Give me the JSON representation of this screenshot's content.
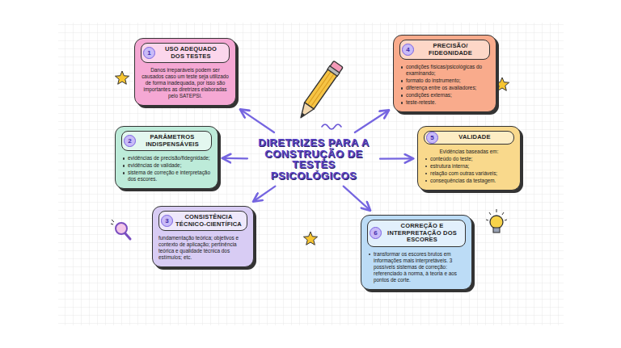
{
  "diagram": {
    "nodes": [
      {
        "text": [
          "DIRETRIZES PARA A CONSTRUÇÃO DE TESTES PSICOLÓGICOS"
        ]
      },
      {
        "text": [
          "USO ADEQUADO DOS TESTES",
          "Danos irreparáveis podem ser causados caso um teste seja utilizado de forma inadequada, por isso são importantes as diretrizes elaboradas pelo SATEPSI."
        ]
      },
      {
        "text": [
          "PARÂMETROS INDISPENSÁVEIS",
          "evidências de precisão/fidegnidade;",
          "evidências de validade;",
          "sistema de correção e interpretação dos escores."
        ]
      },
      {
        "text": [
          "CONSISTÊNCIA TÉCNICO-CIENTÍFICA",
          "fundamentação teórica; objetivos e contexto de aplicação; pertinência teórica e qualidade técnica dos estímulos; etc."
        ]
      },
      {
        "text": [
          "PRECISÃO/ FIDEGNIDADE",
          "condições físicas/psicológicas do examinando;",
          "formato do instrumento;",
          "diferença entre os avaliadores;",
          "condições externas;",
          "teste-reteste."
        ]
      },
      {
        "text": [
          "VALIDADE",
          "Evidências baseadas em:",
          "conteúdo do teste;",
          "estrutura interna;",
          "relação com outras variáveis;",
          "consequências da testagem."
        ]
      },
      {
        "text": [
          "CORREÇÃO E INTERPRETAÇÃO DOS ESCORES",
          "transformar os escores brutos em informações mais interpretáveis. 3 possíveis sistemas de correção: referenciado à norma, à teoria e aos pontos de corte."
        ]
      }
    ],
    "edges": [
      {
        "from": 0,
        "to": 1,
        "arrow": "to"
      },
      {
        "from": 0,
        "to": 2,
        "arrow": "to"
      },
      {
        "from": 0,
        "to": 3,
        "arrow": "to"
      },
      {
        "from": 0,
        "to": 4,
        "arrow": "to"
      },
      {
        "from": 0,
        "to": 5,
        "arrow": "to"
      },
      {
        "from": 0,
        "to": 6,
        "arrow": "to"
      }
    ],
    "labels": [
      "1",
      "2",
      "3",
      "4",
      "5",
      "6"
    ]
  }
}
